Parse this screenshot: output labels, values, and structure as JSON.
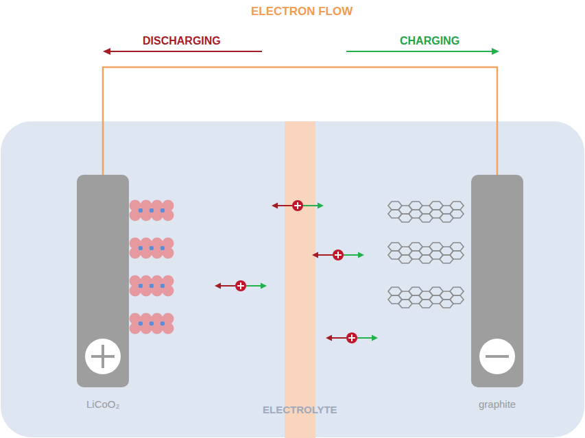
{
  "diagram": {
    "title": "ELECTRON FLOW",
    "nodes": [
      {
        "text": [
          "LiCoO₂"
        ]
      },
      {
        "text": [
          "graphite"
        ]
      }
    ],
    "edges": [
      {
        "from": 0,
        "to": 1,
        "arrow": "none"
      }
    ],
    "labels": [
      "DISCHARGING",
      "CHARGING",
      "ELECTROLYTE"
    ]
  }
}
